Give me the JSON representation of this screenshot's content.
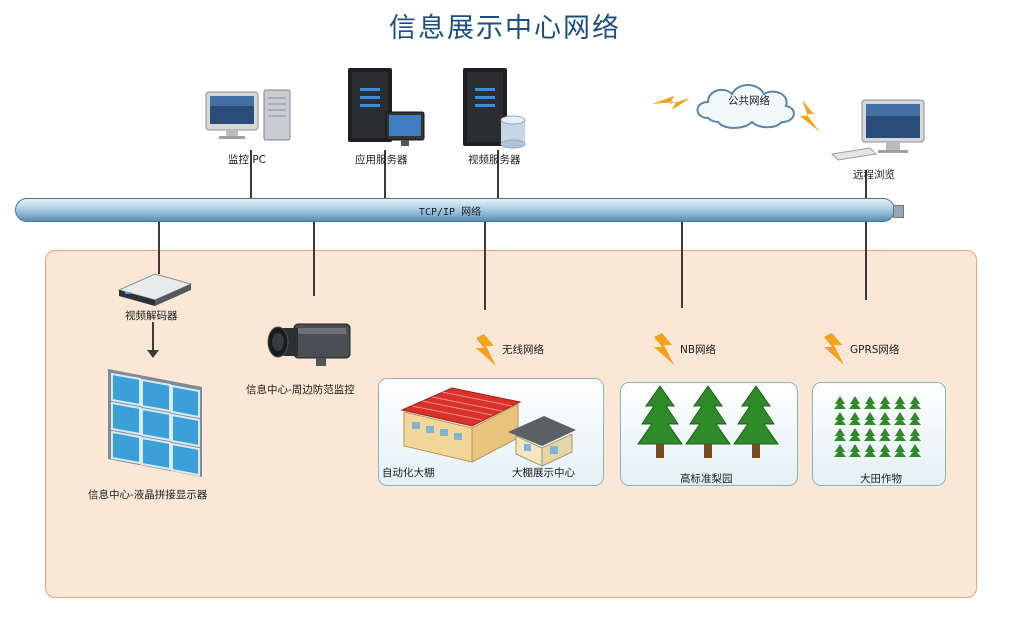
{
  "title": "信息展示中心网络",
  "network": {
    "tcpip": "TCP/IP  网络",
    "cloud": "公共网络"
  },
  "devices": {
    "monitor_pc": "监控 PC",
    "app_server": "应用服务器",
    "video_server": "视频服务器",
    "remote_browse": "远程浏览",
    "video_decoder": "视频解码器",
    "lcd_wall": "信息中心-液晶拼接显示器",
    "perimeter_camera": "信息中心-周边防范监控"
  },
  "wireless": {
    "wifi": "无线网络",
    "nb": "NB网络",
    "gprs": "GPRS网络"
  },
  "zones": {
    "greenhouse": "自动化大棚",
    "display_center": "大棚展示中心",
    "orchard": "高标准梨园",
    "field": "大田作物"
  },
  "colors": {
    "title": "#1d4f7a",
    "panel_fill": "#fbe7d6",
    "panel_border": "#e2a878",
    "pipe": "#7fadcc",
    "lightning": "#f4a21d"
  }
}
